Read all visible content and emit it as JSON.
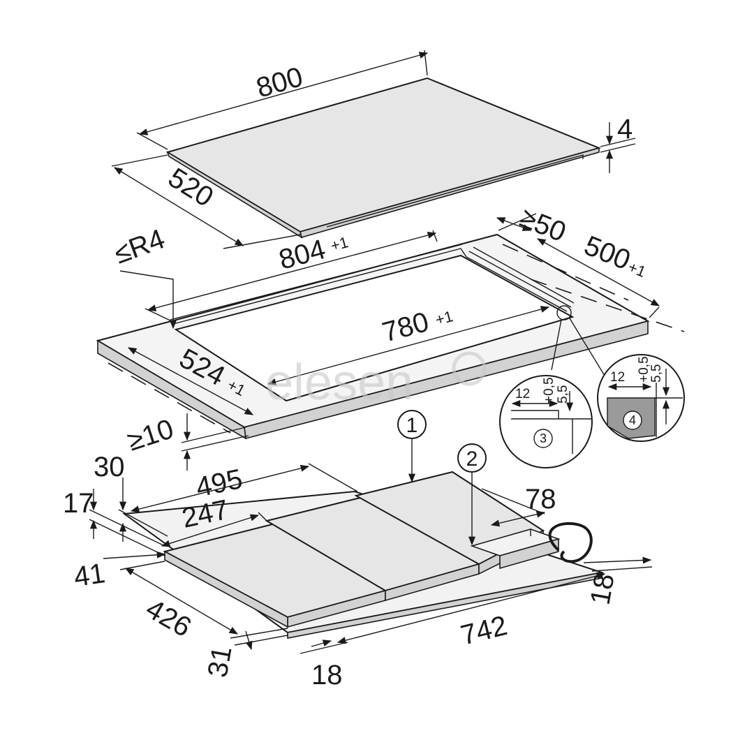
{
  "dimensions": {
    "top_width": "800",
    "top_depth": "520",
    "top_thickness": "4",
    "cutout_width": "804",
    "cutout_width_tol": "+1",
    "cutout_depth": "500",
    "cutout_depth_tol": "+1",
    "rear_clearance": "≥50",
    "corner_radius": "≤R4",
    "inner_width": "780",
    "inner_width_tol": "+1",
    "inner_depth": "524",
    "inner_depth_tol": "+1",
    "front_clearance": "≥10",
    "body_width": "742",
    "body_depth": "426",
    "body_height_total": "30",
    "body_height": "17",
    "front_offset": "41",
    "side_offset_left": "31",
    "side_offset_bottom": "18",
    "side_offset_right": "18",
    "zone_width": "495",
    "half_width": "247",
    "box_width": "78"
  },
  "detail_3": {
    "number": "3",
    "dim_width": "12",
    "dim_height": "5,5",
    "dim_tol": "+0,5"
  },
  "detail_4": {
    "number": "4",
    "dim_width": "12",
    "dim_height": "5,5",
    "dim_tol": "+0,5"
  },
  "callouts": [
    "1",
    "2"
  ],
  "watermark": "elesen",
  "colors": {
    "line": "#1a1a1a",
    "surface": "#e6e6e6",
    "edge": "#d2d2d2",
    "detail_fill": "#9a9a9a"
  }
}
